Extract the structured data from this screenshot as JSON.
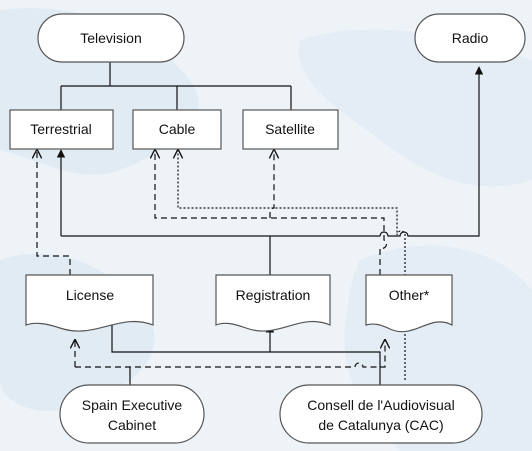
{
  "nodes": {
    "television": "Television",
    "radio": "Radio",
    "terrestrial": "Terrestrial",
    "cable": "Cable",
    "satellite": "Satellite",
    "license": "License",
    "registration": "Registration",
    "other": "Other*",
    "spain_cabinet_line1": "Spain Executive",
    "spain_cabinet_line2": "Cabinet",
    "cac_line1": "Consell de l'Audiovisual",
    "cac_line2": "de Catalunya (CAC)"
  },
  "colors": {
    "box_fill": "#ffffff",
    "box_stroke": "#555555",
    "line": "#111111",
    "background_light": "#eef3f8",
    "map_shape": "#dde8f2"
  }
}
